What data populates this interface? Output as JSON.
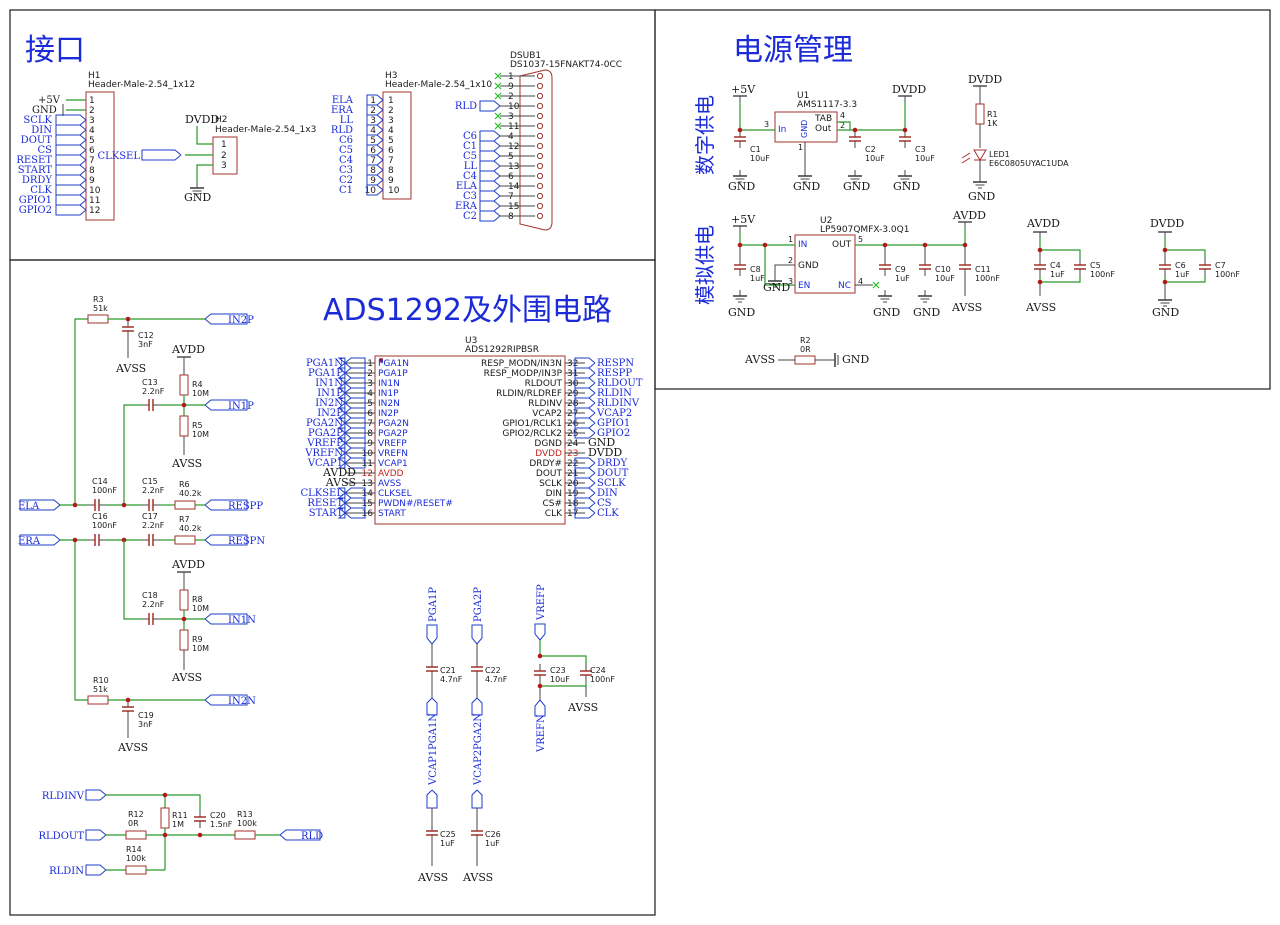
{
  "sections": {
    "interface": "接口",
    "power": "电源管理",
    "ads": "ADS1292及外围电路",
    "digital_power": "数字供电",
    "analog_power": "模拟供电"
  },
  "nets": {
    "p5v": "+5V",
    "gnd": "GND",
    "dvdd": "DVDD",
    "avdd": "AVDD",
    "avss": "AVSS"
  },
  "h1": {
    "ref": "H1",
    "value": "Header-Male-2.54_1x12",
    "pins": [
      "1",
      "2",
      "3",
      "4",
      "5",
      "6",
      "7",
      "8",
      "9",
      "10",
      "11",
      "12"
    ],
    "nets": [
      "+5V",
      "GND",
      "SCLK",
      "DIN",
      "DOUT",
      "CS",
      "RESET",
      "START",
      "DRDY",
      "CLK",
      "GPIO1",
      "GPIO2"
    ]
  },
  "h2": {
    "ref": "H2",
    "value": "Header-Male-2.54_1x3",
    "pins": [
      "1",
      "2",
      "3"
    ],
    "clksel": "CLKSEL"
  },
  "h3": {
    "ref": "H3",
    "value": "Header-Male-2.54_1x10",
    "pins": [
      "1",
      "2",
      "3",
      "4",
      "5",
      "6",
      "7",
      "8",
      "9",
      "10"
    ],
    "nets": [
      "ELA",
      "ERA",
      "LL",
      "RLD",
      "C6",
      "C5",
      "C4",
      "C3",
      "C2",
      "C1"
    ]
  },
  "dsub": {
    "ref": "DSUB1",
    "value": "DS1037-15FNAKT74-0CC",
    "pins": [
      "1",
      "9",
      "2",
      "10",
      "3",
      "11",
      "4",
      "12",
      "5",
      "13",
      "6",
      "14",
      "7",
      "15",
      "8"
    ],
    "nets": [
      "RLD",
      "C6",
      "C1",
      "C5",
      "LL",
      "C4",
      "ELA",
      "C3",
      "ERA",
      "C2"
    ]
  },
  "u1": {
    "ref": "U1",
    "value": "AMS1117-3.3",
    "pin_in": "In",
    "pin_gnd": "GND",
    "pin_tab": "TAB",
    "pin_out": "Out",
    "n3": "3",
    "n1": "1",
    "n4": "4",
    "n2": "2"
  },
  "u2": {
    "ref": "U2",
    "value": "LP5907QMFX-3.0Q1",
    "pin_in": "IN",
    "pin_gnd": "GND",
    "pin_en": "EN",
    "pin_out": "OUT",
    "pin_nc": "NC",
    "n1": "1",
    "n2": "2",
    "n3": "3",
    "n5": "5",
    "n4": "4"
  },
  "power_parts": {
    "c1": [
      "C1",
      "10uF"
    ],
    "c2": [
      "C2",
      "10uF"
    ],
    "c3": [
      "C3",
      "10uF"
    ],
    "r1": [
      "R1",
      "1K"
    ],
    "led1": [
      "LED1",
      "E6C0805UYAC1UDA"
    ],
    "c8": [
      "C8",
      "1uF"
    ],
    "c9": [
      "C9",
      "1uF"
    ],
    "c10": [
      "C10",
      "10uF"
    ],
    "c11": [
      "C11",
      "100nF"
    ],
    "c4": [
      "C4",
      "1uF"
    ],
    "c5": [
      "C5",
      "100nF"
    ],
    "c6": [
      "C6",
      "1uF"
    ],
    "c7": [
      "C7",
      "100nF"
    ],
    "r2": [
      "R2",
      "0R"
    ]
  },
  "u3": {
    "ref": "U3",
    "value": "ADS1292RIPBSR",
    "left_nums": [
      "1",
      "2",
      "3",
      "4",
      "5",
      "6",
      "7",
      "8",
      "9",
      "10",
      "11",
      "12",
      "13",
      "14",
      "15",
      "16"
    ],
    "left_inner": [
      "PGA1N",
      "PGA1P",
      "IN1N",
      "IN1P",
      "IN2N",
      "IN2P",
      "PGA2N",
      "PGA2P",
      "VREFP",
      "VREFN",
      "VCAP1",
      "AVDD",
      "AVSS",
      "CLKSEL",
      "PWDN#/RESET#",
      "START"
    ],
    "left_nets": [
      "PGA1N",
      "PGA1P",
      "IN1N",
      "IN1P",
      "IN2N",
      "IN2P",
      "PGA2N",
      "PGA2P",
      "VREFP",
      "VREFN",
      "VCAP1",
      "AVDD",
      "AVSS",
      "CLKSEL",
      "RESET",
      "START"
    ],
    "right_nums": [
      "32",
      "31",
      "30",
      "29",
      "28",
      "27",
      "26",
      "25",
      "24",
      "23",
      "22",
      "21",
      "20",
      "19",
      "18",
      "17"
    ],
    "right_inner": [
      "RESP_MODN/IN3N",
      "RESP_MODP/IN3P",
      "RLDOUT",
      "RLDIN/RLDREF",
      "RLDINV",
      "VCAP2",
      "GPIO1/RCLK1",
      "GPIO2/RCLK2",
      "DGND",
      "DVDD",
      "DRDY#",
      "DOUT",
      "SCLK",
      "DIN",
      "CS#",
      "CLK"
    ],
    "right_nets": [
      "RESPN",
      "RESPP",
      "RLDOUT",
      "RLDIN",
      "RLDINV",
      "VCAP2",
      "GPIO1",
      "GPIO2",
      "GND",
      "DVDD",
      "DRDY",
      "DOUT",
      "SCLK",
      "DIN",
      "CS",
      "CLK"
    ]
  },
  "front": {
    "r3": [
      "R3",
      "51k"
    ],
    "c12": [
      "C12",
      "3nF"
    ],
    "in2p": "IN2P",
    "r4": [
      "R4",
      "10M"
    ],
    "r5": [
      "R5",
      "10M"
    ],
    "c13": [
      "C13",
      "2.2nF"
    ],
    "in1p": "IN1P",
    "c14": [
      "C14",
      "100nF"
    ],
    "c15": [
      "C15",
      "2.2nF"
    ],
    "r6": [
      "R6",
      "40.2k"
    ],
    "respp": "RESPP",
    "c16": [
      "C16",
      "100nF"
    ],
    "c17": [
      "C17",
      "2.2nF"
    ],
    "r7": [
      "R7",
      "40.2k"
    ],
    "respn": "RESPN",
    "ela": "ELA",
    "era": "ERA",
    "c18": [
      "C18",
      "2.2nF"
    ],
    "r8": [
      "R8",
      "10M"
    ],
    "r9": [
      "R9",
      "10M"
    ],
    "in1n": "IN1N",
    "r10": [
      "R10",
      "51k"
    ],
    "c19": [
      "C19",
      "3nF"
    ],
    "in2n": "IN2N"
  },
  "rld": {
    "rldinv": "RLDINV",
    "rldout": "RLDOUT",
    "rldin": "RLDIN",
    "rld": "RLD",
    "r12": [
      "R12",
      "0R"
    ],
    "r11": [
      "R11",
      "1M"
    ],
    "c20": [
      "C20",
      "1.5nF"
    ],
    "r13": [
      "R13",
      "100k"
    ],
    "r14": [
      "R14",
      "100k"
    ]
  },
  "pga": {
    "pga1p": "PGA1P",
    "pga2p": "PGA2P",
    "pga1n": "PGA1N",
    "pga2n": "PGA2N",
    "c21": [
      "C21",
      "4.7nF"
    ],
    "c22": [
      "C22",
      "4.7nF"
    ],
    "vrefp": "VREFP",
    "vrefn": "VREFN",
    "c23": [
      "C23",
      "10uF"
    ],
    "c24": [
      "C24",
      "100nF"
    ],
    "vcap1": "VCAP1",
    "vcap2": "VCAP2",
    "c25": [
      "C25",
      "1uF"
    ],
    "c26": [
      "C26",
      "1uF"
    ]
  },
  "colors": {
    "wire": "#2a9a2a",
    "body": "#a3322b",
    "net": "#1b2bd8",
    "frame": "#1a1a1a"
  }
}
